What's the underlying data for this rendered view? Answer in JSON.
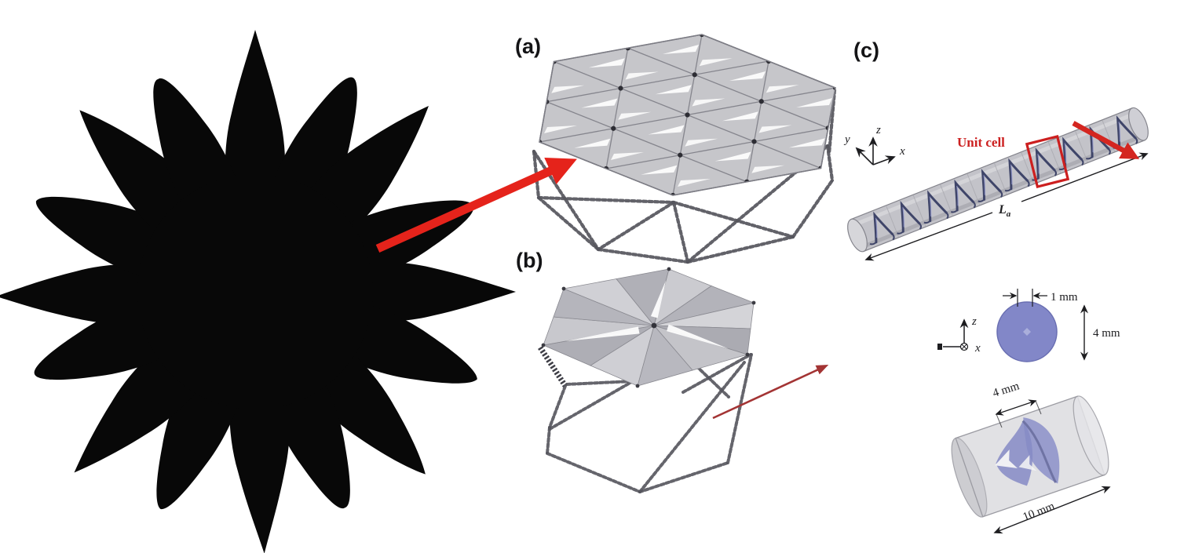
{
  "panels": {
    "a": {
      "label": "(a)"
    },
    "b": {
      "label": "(b)"
    },
    "c": {
      "label": "(c)"
    }
  },
  "labels": {
    "unit_cell": "Unit cell",
    "length": {
      "base": "L",
      "sub": "a"
    },
    "dims": {
      "circle_width": "1 mm",
      "circle_diameter": "4 mm",
      "cell_diameter": "4 mm",
      "cell_length": "10 mm"
    },
    "axes_c": {
      "x": "x",
      "y": "y",
      "z": "z"
    },
    "axes_section": {
      "x": "x",
      "z": "z"
    }
  },
  "icons": [
    "red-arrow-flower-to-canopy",
    "red-arrow-unit-to-rod",
    "red-arrow-rod-cut",
    "dimension-arrow",
    "axes-triad-icon",
    "axis-into-page-icon"
  ],
  "colors": {
    "background": "#ffffff",
    "silhouette": "#080808",
    "arrow_red": "#e5231b",
    "arrow_dark_red": "#a33434",
    "annotation_red": "#cc2020",
    "material_blue": "#8287c8",
    "blue_dark": "#3f4569",
    "gray_light": "#c6c6ca",
    "gray_mid": "#b2b2b8",
    "gray_dark": "#55555d",
    "ink": "#1d1d20"
  }
}
